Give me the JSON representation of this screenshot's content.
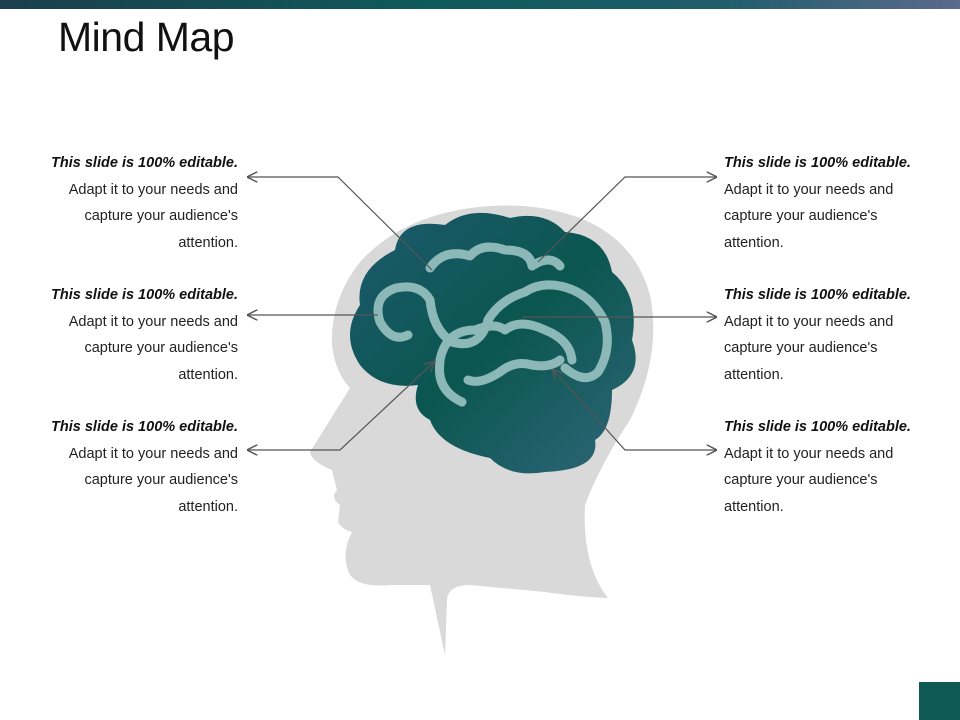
{
  "title": "Mind Map",
  "colors": {
    "accent": "#0e5a52",
    "head_silhouette": "#d9d9d9",
    "brain": "#11565a",
    "connector": "#555555"
  },
  "blocks": [
    {
      "side": "left",
      "heading": "This slide is 100% editable.",
      "body": "Adapt it to your needs and capture your audience's attention."
    },
    {
      "side": "left",
      "heading": "This slide is 100% editable.",
      "body": "Adapt it to your needs and capture your audience's attention."
    },
    {
      "side": "left",
      "heading": "This slide is 100% editable.",
      "body": "Adapt it to your needs and capture your audience's attention."
    },
    {
      "side": "right",
      "heading": "This slide is 100% editable.",
      "body": "Adapt it to your needs and capture your audience's attention."
    },
    {
      "side": "right",
      "heading": "This slide is 100% editable.",
      "body": "Adapt it to your needs and capture your audience's attention."
    },
    {
      "side": "right",
      "heading": "This slide is 100% editable.",
      "body": "Adapt it to your needs and capture your audience's attention."
    }
  ]
}
